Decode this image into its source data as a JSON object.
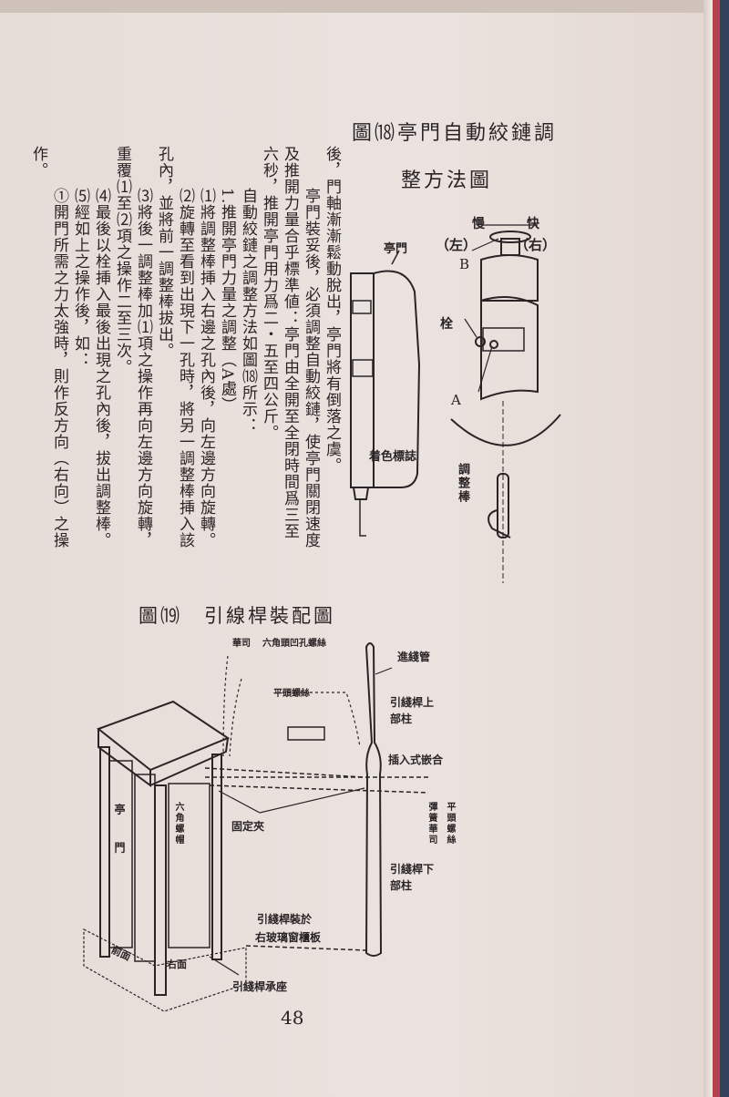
{
  "text_columns": [
    {
      "text": "後，門軸漸漸鬆動脫出，亭門將有倒落之虞。",
      "indent": false
    },
    {
      "text": "亭門裝妥後，必須調整自動絞鏈，使亭門關閉速度",
      "indent": true
    },
    {
      "text": "及推開力量合乎標準値：亭門由全開至全閉時間爲三至",
      "indent": false
    },
    {
      "text": "六秒，推開亭門用力爲二・五至四公斤。",
      "indent": false
    },
    {
      "text": "自動絞鏈之調整方法如圖⒅所示：",
      "indent": true
    },
    {
      "text": "1.推開亭門力量之調整（A處）",
      "indent": true
    },
    {
      "text": "⑴將調整棒挿入右邊之孔內後，向左邊方向旋轉。",
      "indent": true
    },
    {
      "text": "⑵旋轉至看到出現下一孔時，將另一調整棒挿入該",
      "indent": true
    },
    {
      "text": "孔內，並將前一調整棒拔出。",
      "indent": false
    },
    {
      "text": "⑶將後一調整棒加⑴項之操作再向左邊方向旋轉，",
      "indent": true
    },
    {
      "text": "重覆⑴至⑵項之操作二至三次。",
      "indent": false
    },
    {
      "text": "⑷最後以栓挿入最後出現之孔內後，拔出調整棒。",
      "indent": true
    },
    {
      "text": "⑸經如上之操作後，如：",
      "indent": true
    },
    {
      "text": "①開門所需之力太強時，則作反方向（右向）之操",
      "indent": true
    },
    {
      "text": "作。",
      "indent": false
    }
  ],
  "figure18": {
    "title_line1": "圖⒅亭門自動絞鏈調",
    "title_line2": "整方法圖",
    "labels": {
      "door": "亭門",
      "slow": "慢",
      "fast": "快",
      "left": "（左）",
      "right": "（右）",
      "b": "B",
      "pin": "栓",
      "a": "A",
      "color_mark": "着色標誌",
      "adjust_rod": "調整棒"
    }
  },
  "figure19": {
    "title": "圖⒆　引線桿裝配圖",
    "labels": {
      "washer": "華司",
      "hex_socket_screw": "六角頭凹孔螺絲",
      "flat_screw_top": "平頭螺絲",
      "conduit": "進綫管",
      "upper_post": "引綫桿上部柱",
      "plug_fit": "插入式嵌合",
      "spring_washer": "彈簧華司",
      "flat_screw": "平頭螺絲",
      "clamp": "固定夾",
      "hex_nut": "六角螺帽",
      "booth_door": "亭門",
      "lower_post": "引綫桿下部柱",
      "mount_note_1": "引綫桿裝於",
      "mount_note_2": "右玻璃窗櫃板",
      "front": "前面",
      "right_side": "右面",
      "base": "引綫桿承座"
    }
  },
  "page_number": "48"
}
